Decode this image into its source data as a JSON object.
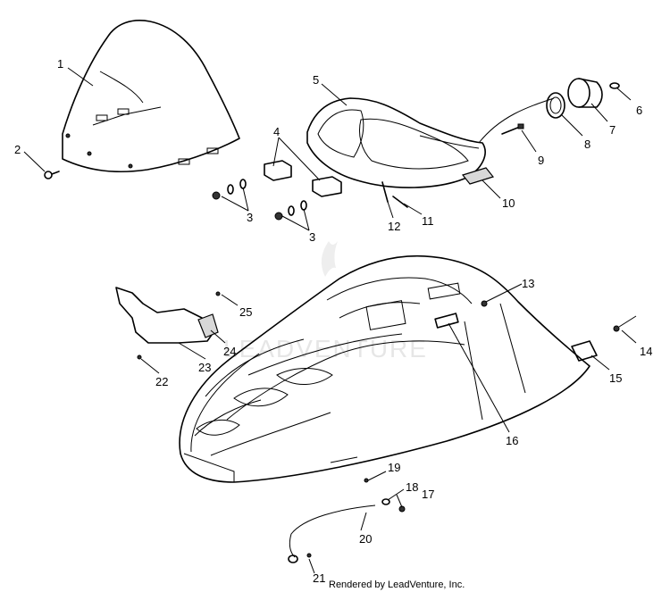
{
  "diagram": {
    "callouts": [
      "1",
      "2",
      "3",
      "3",
      "4",
      "5",
      "6",
      "7",
      "8",
      "9",
      "10",
      "11",
      "12",
      "13",
      "14",
      "15",
      "16",
      "17",
      "18",
      "19",
      "20",
      "21",
      "22",
      "23",
      "24",
      "25"
    ],
    "watermark": "LEADVENTURE",
    "footer": "Rendered by LeadVenture, Inc."
  },
  "colors": {
    "line": "#000000",
    "background": "#ffffff",
    "watermark": "#e6e6e6"
  }
}
